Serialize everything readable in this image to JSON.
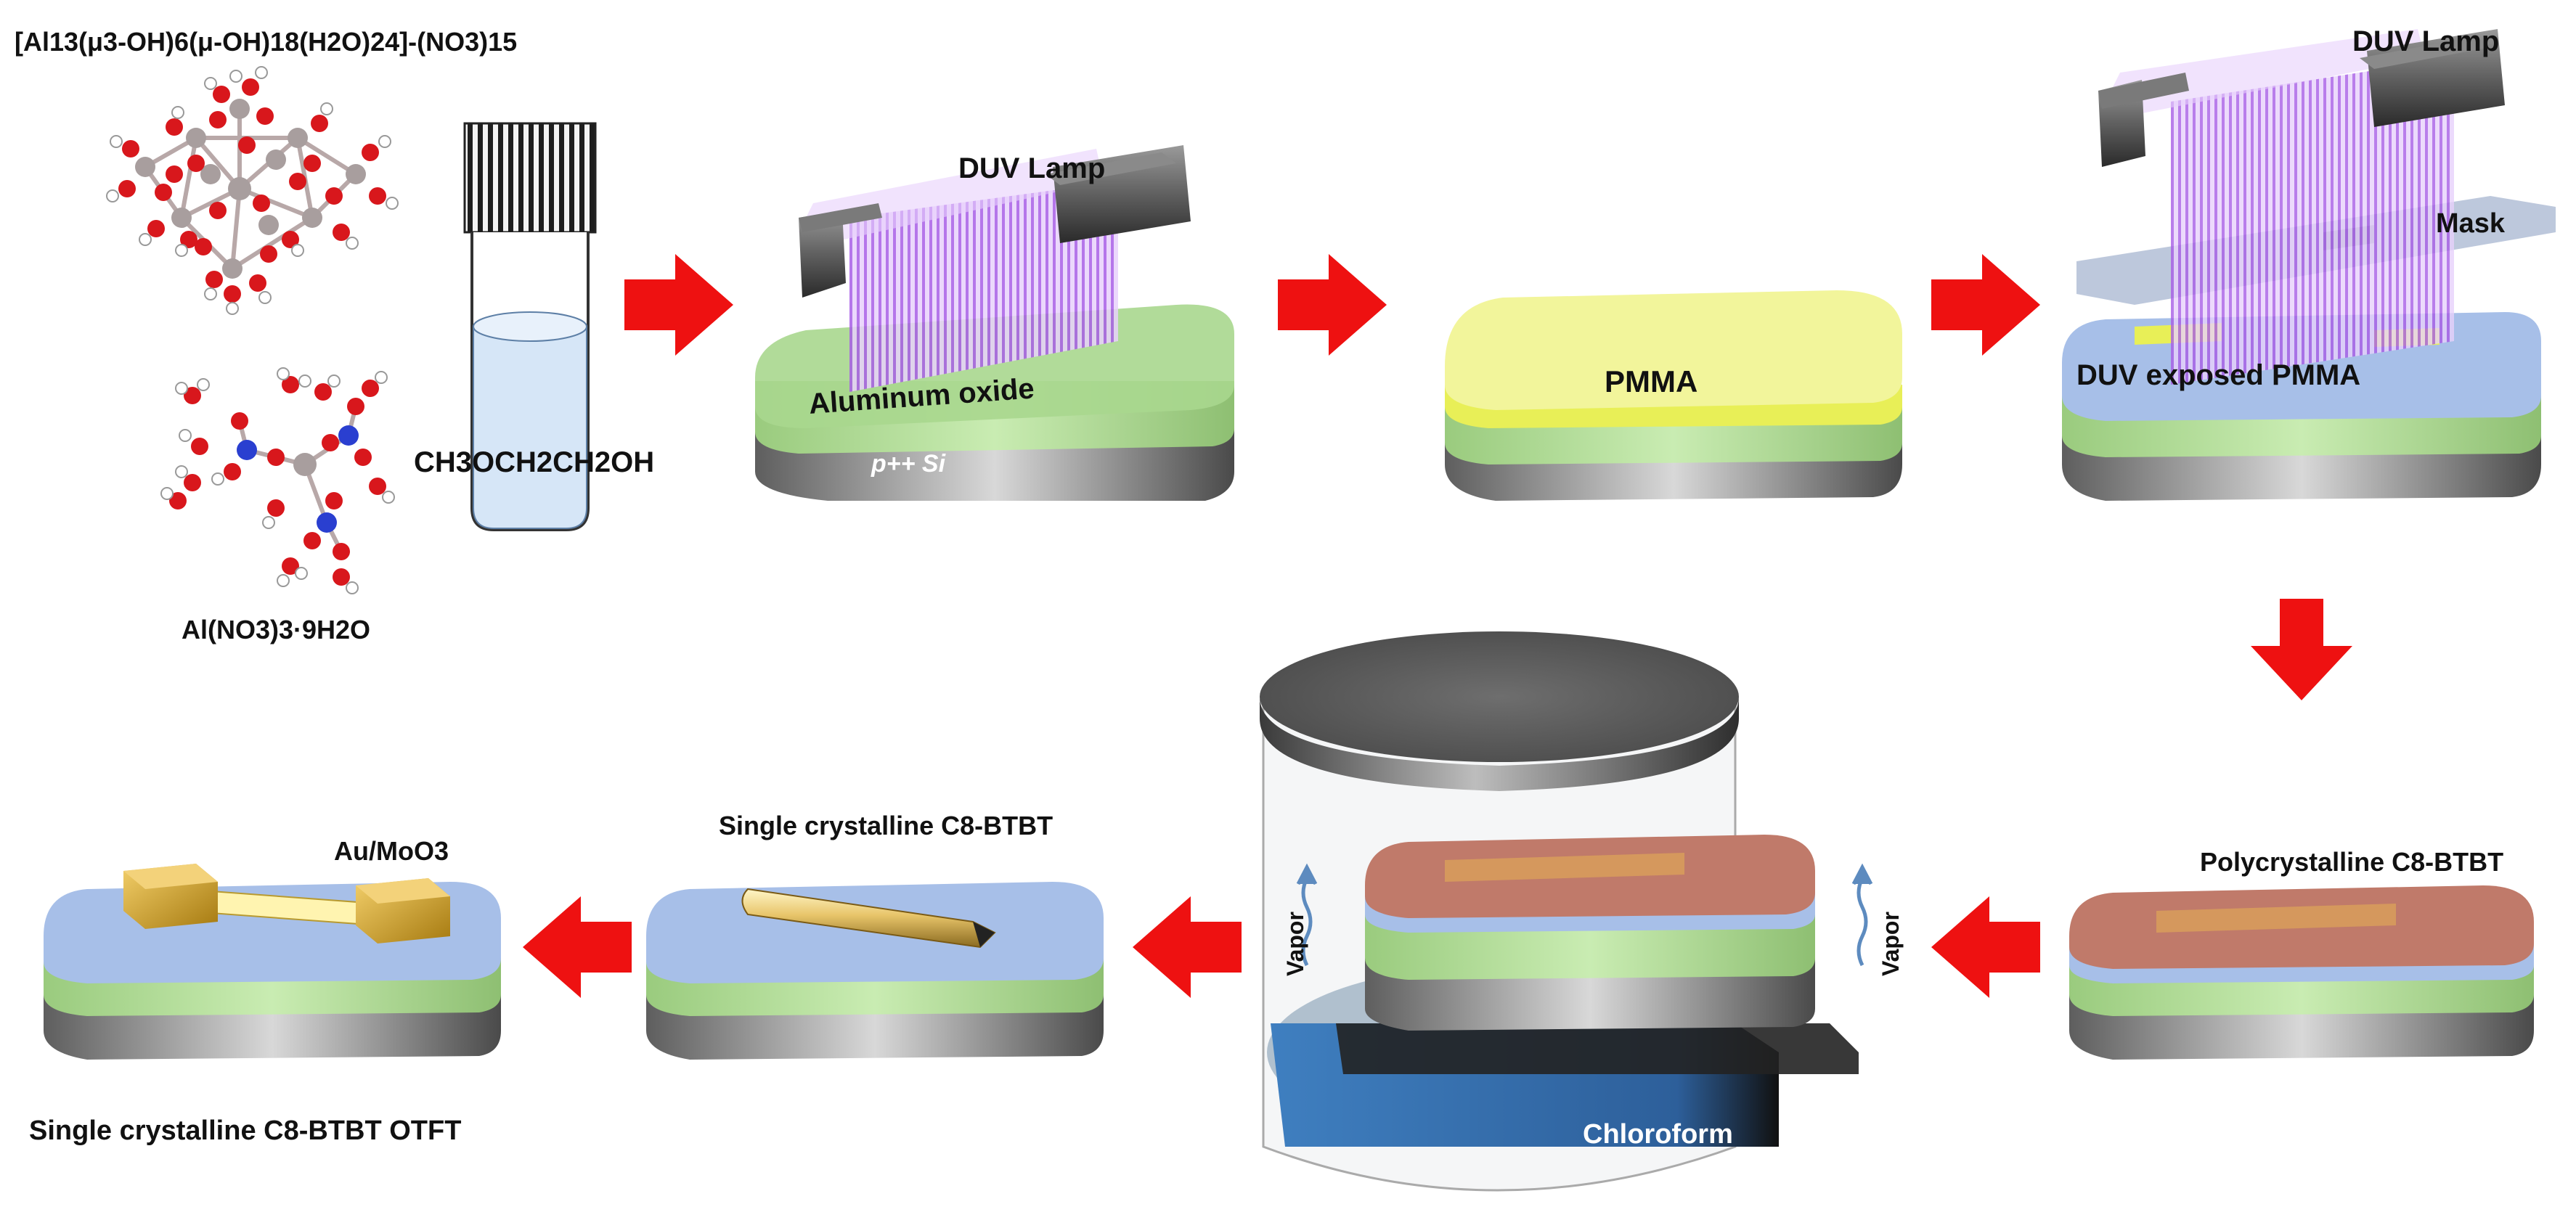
{
  "precursors": {
    "cluster_formula": "[Al13(μ3-OH)6(μ-OH)18(H2O)24]-(NO3)15",
    "nitrate_formula": "Al(NO3)3·9H2O",
    "solvent": "CH3OCH2CH2OH"
  },
  "step_uv1": {
    "lamp": "DUV Lamp",
    "layer_top": "Aluminum oxide",
    "substrate": "p++ Si"
  },
  "step_pmma": {
    "layer": "PMMA"
  },
  "step_uv2": {
    "lamp": "DUV Lamp",
    "mask": "Mask",
    "layer": "DUV exposed PMMA"
  },
  "step_poly": {
    "label": "Polycrystalline C8-BTBT"
  },
  "step_anneal": {
    "vapor_left": "Vapor",
    "vapor_right": "Vapor",
    "solvent": "Chloroform"
  },
  "step_single": {
    "label": "Single crystalline C8-BTBT"
  },
  "step_device": {
    "electrode": "Au/MoO3",
    "title": "Single crystalline C8-BTBT OTFT"
  },
  "colors": {
    "arrow": "#ee1111",
    "oxide": "#a9d78e",
    "pmma": "#e8ef57",
    "exposed": "#a7bfe8",
    "poly": "#c07a6a",
    "silicon": "#8a8a8a",
    "uv": "#a35fe0",
    "chloroform": "#4d8ec9"
  }
}
